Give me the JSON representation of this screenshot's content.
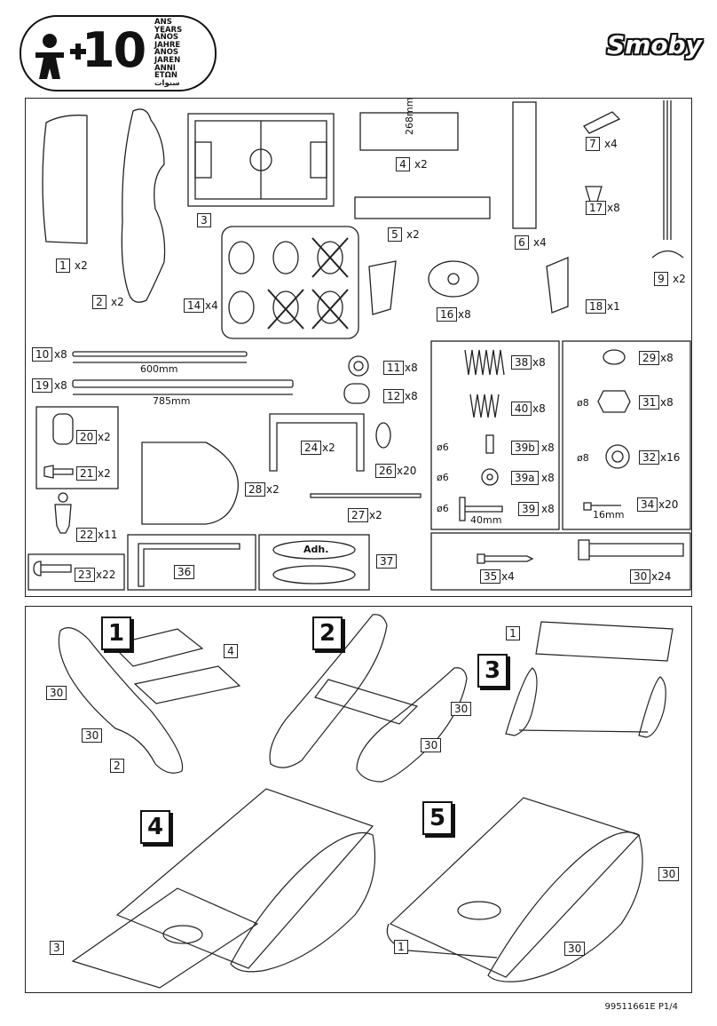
{
  "header": {
    "age_number": "10",
    "age_languages": [
      "ANS",
      "YEARS",
      "AÑOS",
      "JAHRE",
      "ANOS",
      "JAREN",
      "ANNI",
      "ΕΤΩΝ",
      "سنوات"
    ],
    "brand": "Smoby"
  },
  "parts": [
    {
      "num": "1",
      "qty": "x2"
    },
    {
      "num": "2",
      "qty": "x2"
    },
    {
      "num": "3",
      "qty": ""
    },
    {
      "num": "4",
      "qty": "x2"
    },
    {
      "num": "5",
      "qty": "x2"
    },
    {
      "num": "6",
      "qty": "x4"
    },
    {
      "num": "7",
      "qty": "x4"
    },
    {
      "num": "17",
      "qty": "x8"
    },
    {
      "num": "9",
      "qty": "x2"
    },
    {
      "num": "14",
      "qty": "x4"
    },
    {
      "num": "16",
      "qty": "x8"
    },
    {
      "num": "18",
      "qty": "x1"
    },
    {
      "num": "10",
      "qty": "x8"
    },
    {
      "num": "19",
      "qty": "x8"
    },
    {
      "num": "11",
      "qty": "x8"
    },
    {
      "num": "12",
      "qty": "x8"
    },
    {
      "num": "20",
      "qty": "x2"
    },
    {
      "num": "21",
      "qty": "x2"
    },
    {
      "num": "22",
      "qty": "x11"
    },
    {
      "num": "23",
      "qty": "x22"
    },
    {
      "num": "28",
      "qty": "x2"
    },
    {
      "num": "24",
      "qty": "x2"
    },
    {
      "num": "26",
      "qty": "x20"
    },
    {
      "num": "27",
      "qty": "x2"
    },
    {
      "num": "36",
      "qty": ""
    },
    {
      "num": "37",
      "qty": ""
    },
    {
      "num": "38",
      "qty": "x8"
    },
    {
      "num": "40",
      "qty": "x8"
    },
    {
      "num": "39b",
      "qty": "x8"
    },
    {
      "num": "39a",
      "qty": "x8"
    },
    {
      "num": "39",
      "qty": "x8"
    },
    {
      "num": "29",
      "qty": "x8"
    },
    {
      "num": "31",
      "qty": "x8"
    },
    {
      "num": "32",
      "qty": "x16"
    },
    {
      "num": "34",
      "qty": "x20"
    },
    {
      "num": "35",
      "qty": "x4"
    },
    {
      "num": "30",
      "qty": "x24"
    }
  ],
  "dimensions": {
    "plate_height": "268mm",
    "rod_short": "600mm",
    "rod_long": "785mm",
    "screw_39": "40mm",
    "screw_34": "16mm",
    "dia_39b": "ø6",
    "dia_39a": "ø6",
    "dia_39": "ø6",
    "dia_31": "ø8",
    "dia_32": "ø8",
    "adhesive": "Adh."
  },
  "steps": {
    "labels": [
      "1",
      "2",
      "3",
      "4",
      "5"
    ],
    "callouts": {
      "s1_a": "4",
      "s1_b": "30",
      "s1_c": "30",
      "s1_d": "2",
      "s2_a": "30",
      "s2_b": "30",
      "s3_a": "1",
      "s4_a": "3",
      "s5_a": "30",
      "s5_b": "1",
      "s5_c": "30"
    }
  },
  "footer": "99511661E  P1/4"
}
